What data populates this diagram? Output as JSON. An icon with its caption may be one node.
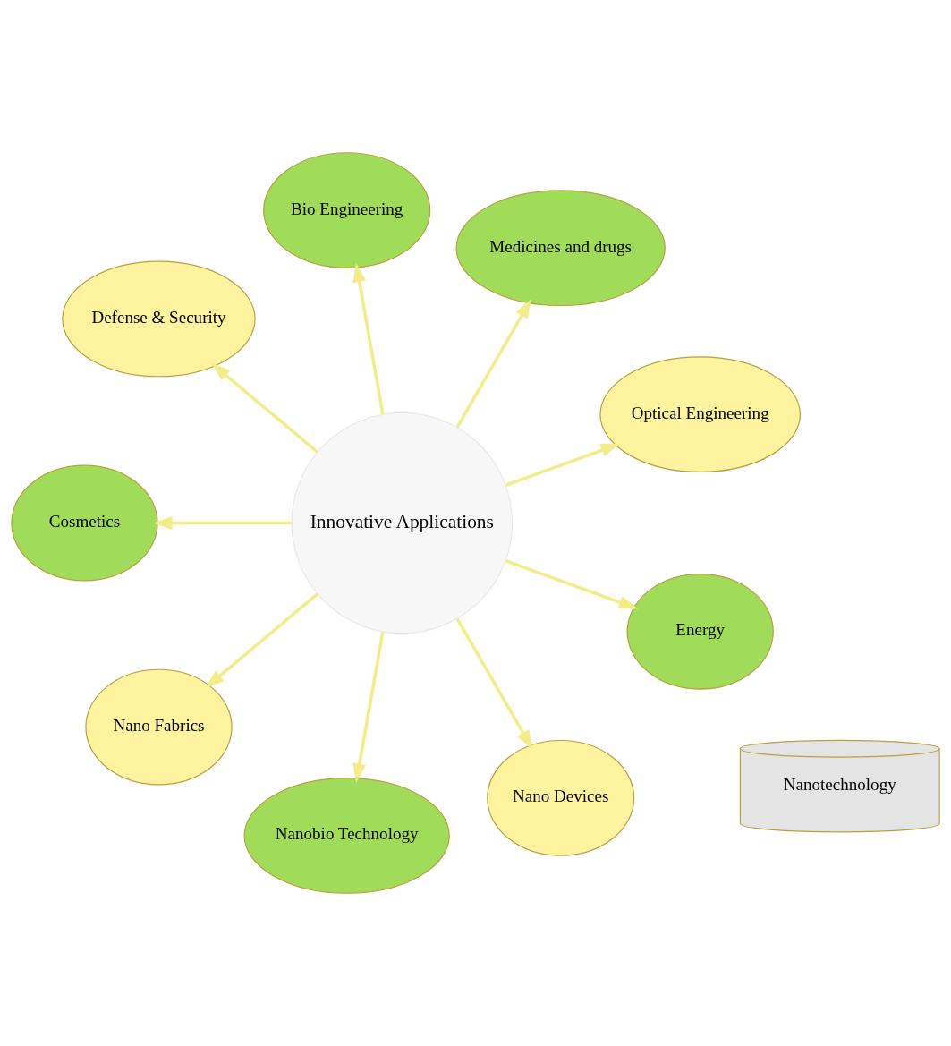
{
  "diagram": {
    "nodes": [
      {
        "text": [
          "Nanotechnology"
        ]
      },
      {
        "text": [
          "Innovative Applications"
        ]
      },
      {
        "text": [
          "Optical Engineering"
        ]
      },
      {
        "text": [
          "Medicines and drugs"
        ]
      },
      {
        "text": [
          "Bio Engineering"
        ]
      },
      {
        "text": [
          "Defense & Security"
        ]
      },
      {
        "text": [
          "Cosmetics"
        ]
      },
      {
        "text": [
          "Nano Fabrics"
        ]
      },
      {
        "text": [
          "Nanobio Technology"
        ]
      },
      {
        "text": [
          "Nano Devices"
        ]
      },
      {
        "text": [
          "Energy"
        ]
      }
    ],
    "edges": [
      {
        "from": 1,
        "to": 2,
        "arrow": "to"
      },
      {
        "from": 1,
        "to": 3,
        "arrow": "to"
      },
      {
        "from": 1,
        "to": 4,
        "arrow": "to"
      },
      {
        "from": 1,
        "to": 5,
        "arrow": "to"
      },
      {
        "from": 1,
        "to": 6,
        "arrow": "to"
      },
      {
        "from": 1,
        "to": 7,
        "arrow": "to"
      },
      {
        "from": 1,
        "to": 8,
        "arrow": "to"
      },
      {
        "from": 1,
        "to": 9,
        "arrow": "to"
      },
      {
        "from": 1,
        "to": 10,
        "arrow": "to"
      }
    ]
  }
}
